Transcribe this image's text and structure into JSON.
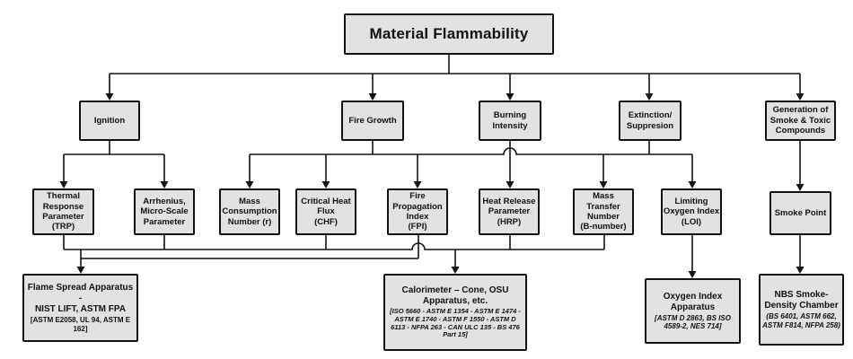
{
  "diagram_title": "Material Flammability",
  "colors": {
    "background": "#ffffff",
    "box_fill": "#e2e2e2",
    "box_border": "#111111",
    "line": "#111111"
  },
  "nodes": {
    "root": {
      "label": "Material Flammability"
    },
    "ignition": {
      "label": "Ignition"
    },
    "fire_growth": {
      "label": "Fire Growth"
    },
    "burning_intensity": {
      "label": "Burning\nIntensity"
    },
    "extinction": {
      "label": "Extinction/\nSuppresion"
    },
    "smoke_generation": {
      "label": "Generation of\nSmoke & Toxic\nCompounds"
    },
    "trp": {
      "label": "Thermal\nResponse\nParameter\n(TRP)"
    },
    "arrhenius": {
      "label": "Arrhenius,\nMicro-Scale\nParameter"
    },
    "mass_consumption": {
      "label": "Mass\nConsumption\nNumber (r)"
    },
    "chf": {
      "label": "Critical Heat\nFlux\n(CHF)"
    },
    "fpi": {
      "label": "Fire\nPropagation\nIndex\n(FPI)"
    },
    "hrp": {
      "label": "Heat Release\nParameter\n(HRP)"
    },
    "b_number": {
      "label": "Mass\nTransfer\nNumber\n(B-number)"
    },
    "loi": {
      "label": "Limiting\nOxygen Index\n(LOI)"
    },
    "smoke_point": {
      "label": "Smoke Point"
    },
    "flame_spread_apparatus": {
      "title": "Flame Spread Apparatus -\nNIST LIFT, ASTM FPA",
      "standards": "[ASTM E2058, UL 94, ASTM E\n162]"
    },
    "calorimeter": {
      "title": "Calorimeter – Cone, OSU\nApparatus, etc.",
      "standards": "[ISO 5660 - ASTM E 1354 - ASTM E 1474 -\nASTM E 1740 - ASTM F 1550 - ASTM D\n6113 - NFPA 263 - CAN ULC 135 - BS 476\nPart 15]"
    },
    "oxygen_index_apparatus": {
      "title": "Oxygen Index\nApparatus",
      "standards": "[ASTM D 2863, BS ISO\n4589-2, NES 714]"
    },
    "nbs_chamber": {
      "title": "NBS Smoke-\nDensity Chamber",
      "standards": "(BS 6401, ASTM 662,\nASTM F814, NFPA 258)"
    }
  }
}
